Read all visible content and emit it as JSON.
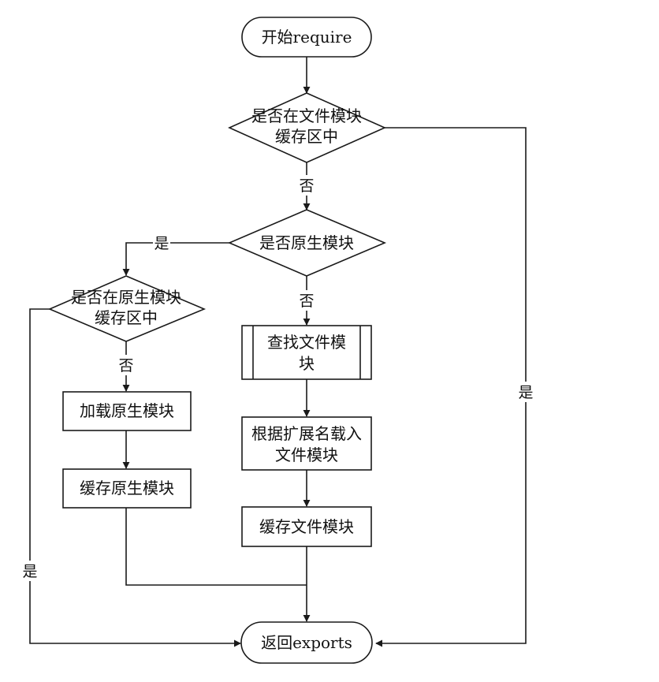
{
  "nodes": {
    "start": {
      "lines": [
        "开始require"
      ]
    },
    "decision_file_cache": {
      "lines": [
        "是否在文件模块",
        "缓存区中"
      ]
    },
    "decision_native": {
      "lines": [
        "是否原生模块"
      ]
    },
    "decision_native_cache": {
      "lines": [
        "是否在原生模块",
        "缓存区中"
      ]
    },
    "load_native": {
      "lines": [
        "加载原生模块"
      ]
    },
    "cache_native": {
      "lines": [
        "缓存原生模块"
      ]
    },
    "find_file": {
      "lines": [
        "查找文件模",
        "块"
      ]
    },
    "load_by_ext": {
      "lines": [
        "根据扩展名载入",
        "文件模块"
      ]
    },
    "cache_file": {
      "lines": [
        "缓存文件模块"
      ]
    },
    "end": {
      "lines": [
        "返回exports"
      ]
    }
  },
  "edge_labels": {
    "file_cache_no": "否",
    "file_cache_yes": "是",
    "native_yes": "是",
    "native_no": "否",
    "native_cache_no": "否",
    "native_cache_yes": "是"
  }
}
